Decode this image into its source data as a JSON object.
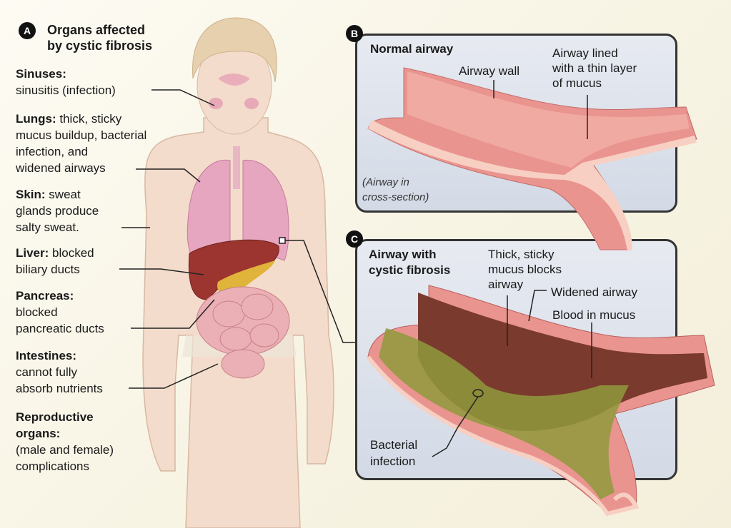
{
  "panel_a": {
    "badge": "A",
    "title_line1": "Organs affected",
    "title_line2": "by cystic fibrosis",
    "labels": [
      {
        "head": "Sinuses:",
        "lines": [
          "sinusitis (infection)"
        ]
      },
      {
        "head": "Lungs:",
        "first_rest": " thick, sticky",
        "lines": [
          "mucus buildup, bacterial",
          "infection, and",
          "widened airways"
        ]
      },
      {
        "head": "Skin:",
        "first_rest": " sweat",
        "lines": [
          "glands produce",
          "salty sweat."
        ]
      },
      {
        "head": "Liver:",
        "first_rest": " blocked",
        "lines": [
          "biliary ducts"
        ]
      },
      {
        "head": "Pancreas:",
        "lines": [
          "blocked",
          "pancreatic ducts"
        ]
      },
      {
        "head": "Intestines:",
        "lines": [
          "cannot fully",
          "absorb nutrients"
        ]
      },
      {
        "head": "Reproductive",
        "head2": "organs:",
        "lines": [
          "(male and female)",
          "complications"
        ]
      }
    ]
  },
  "panel_b": {
    "badge": "B",
    "title": "Normal airway",
    "airway_wall": "Airway wall",
    "lined_1": "Airway lined",
    "lined_2": "with a thin layer",
    "lined_3": "of mucus",
    "cross_1": "(Airway in",
    "cross_2": "cross-section)"
  },
  "panel_c": {
    "badge": "C",
    "title_1": "Airway with",
    "title_2": "cystic fibrosis",
    "thick_1": "Thick, sticky",
    "thick_2": "mucus blocks",
    "thick_3": "airway",
    "widened": "Widened airway",
    "blood": "Blood in mucus",
    "bact_1": "Bacterial",
    "bact_2": "infection"
  },
  "colors": {
    "tissue": "#e9948f",
    "tissue_light": "#f5c2b6",
    "mucus": "#8a9a3a",
    "panel": "#dde2ec",
    "skin": "#f3dccb"
  }
}
